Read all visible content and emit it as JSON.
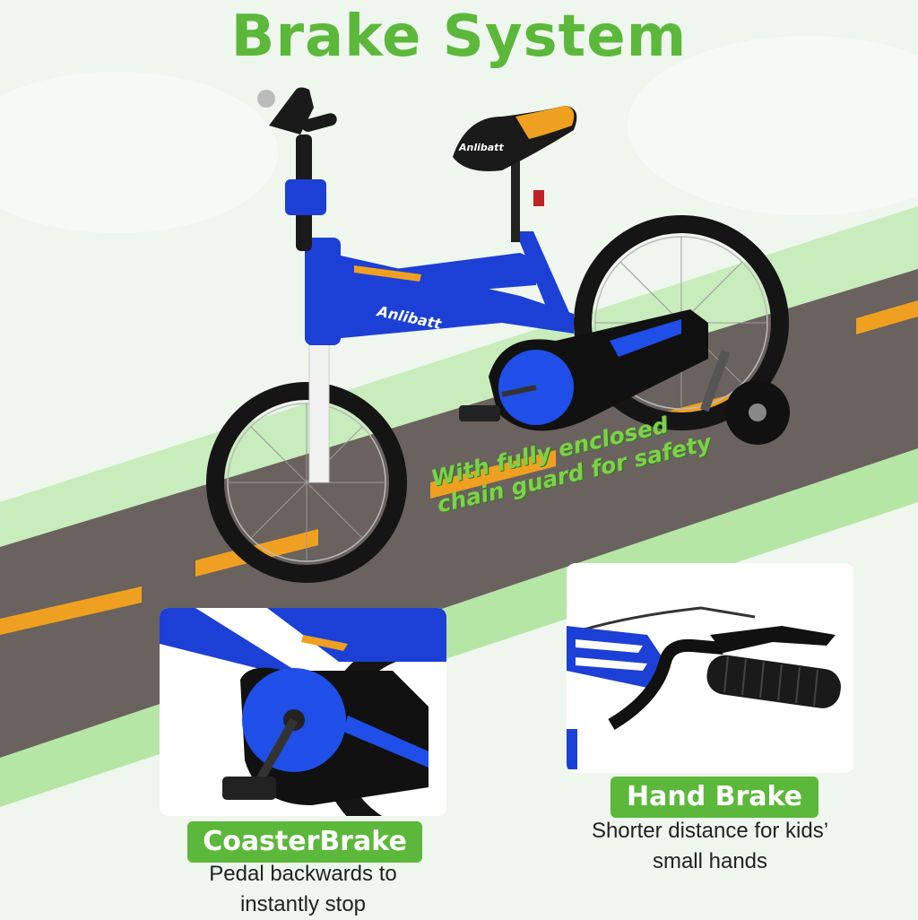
{
  "title": "Brake System",
  "callout": {
    "line1": "With fully enclosed",
    "line2": "chain guard for safety"
  },
  "bike": {
    "brand_text": "Anlibatt",
    "frame_color": "#1c3fd6",
    "accent_color": "#f0a020"
  },
  "road": {
    "asphalt_color": "#6a625e",
    "stripe_color": "#f0a020",
    "grass_color": "#b6e6a6"
  },
  "coaster": {
    "label": "CoasterBrake",
    "desc_line1": "Pedal backwards to",
    "desc_line2": "instantly stop"
  },
  "handbrake": {
    "label": "Hand Brake",
    "desc_line1": "Shorter distance for kids’",
    "desc_line2": "small hands"
  }
}
